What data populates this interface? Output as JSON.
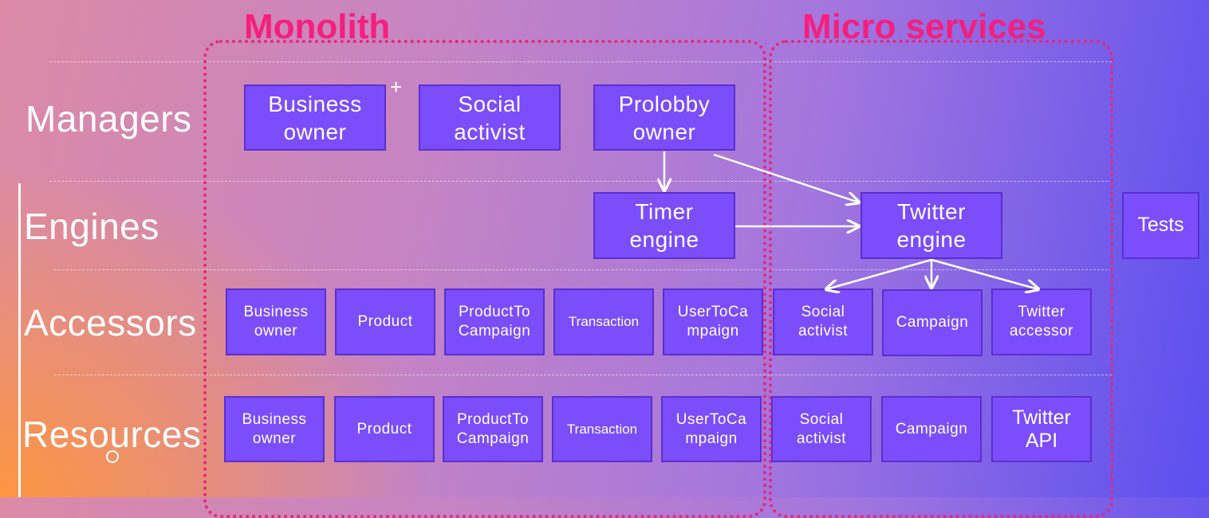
{
  "groups": {
    "monolith": "Monolith",
    "microservices": "Micro services"
  },
  "rows": {
    "managers": "Managers",
    "engines": "Engines",
    "accessors": "Accessors",
    "resources": "Resources"
  },
  "managers": {
    "business_owner": "Business\nowner",
    "social_activist": "Social\nactivist",
    "prolobby_owner": "Prolobby\nowner",
    "plus_marker": "+"
  },
  "engines": {
    "timer_engine": "Timer\nengine",
    "twitter_engine": "Twitter\nengine",
    "tests": "Tests"
  },
  "accessors": {
    "monolith": [
      "Business\nowner",
      "Product",
      "ProductTo\nCampaign",
      "Transaction",
      "UserToCa\nmpaign"
    ],
    "microservices": [
      "Social\nactivist",
      "Campaign",
      "Twitter\naccessor"
    ]
  },
  "resources": {
    "monolith": [
      "Business\nowner",
      "Product",
      "ProductTo\nCampaign",
      "Transaction",
      "UserToCa\nmpaign"
    ],
    "microservices": [
      "Social\nactivist",
      "Campaign",
      "Twitter\nAPI"
    ]
  },
  "colors": {
    "box_fill": "#7b4dfb",
    "group_border": "#e8277a",
    "group_title": "#f41f7e",
    "arrow": "#ffffff"
  }
}
